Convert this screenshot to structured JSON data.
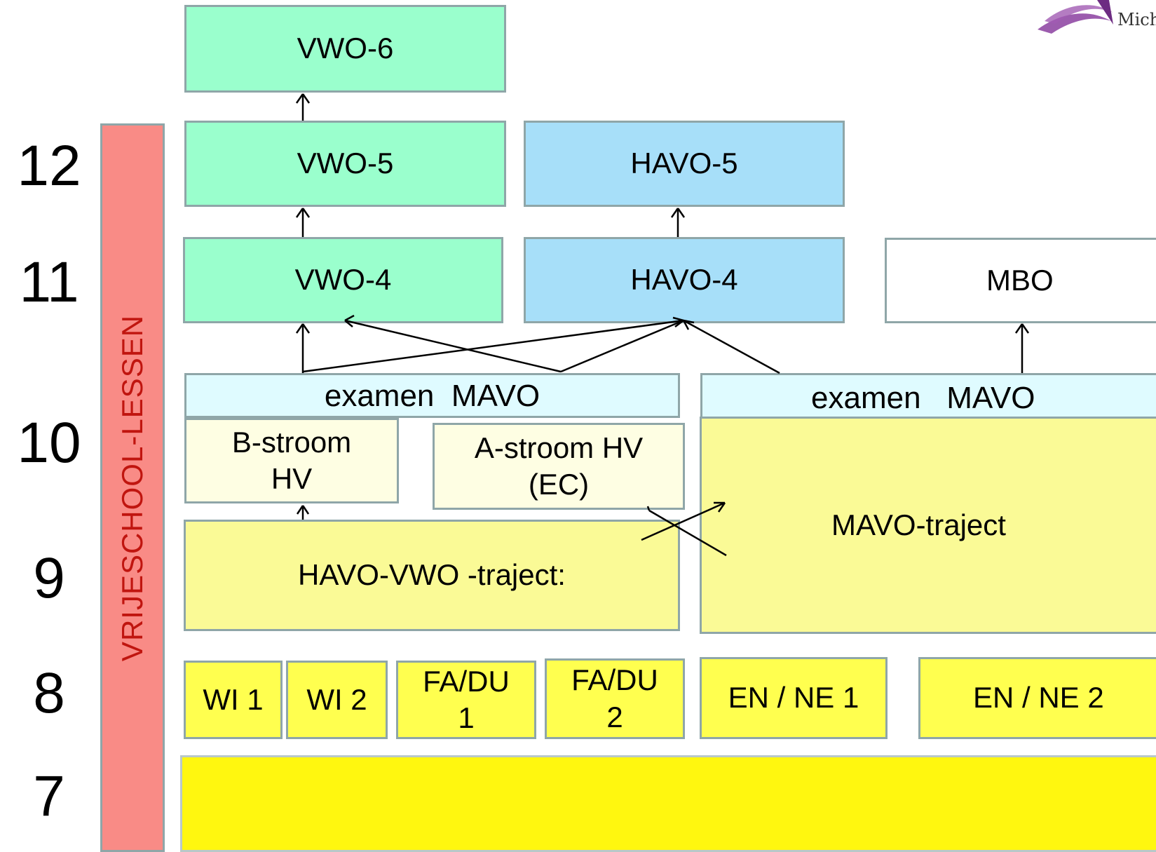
{
  "logo": {
    "text": "Mich",
    "color": "#8b3fa0"
  },
  "grades": [
    "12",
    "11",
    "10",
    "9",
    "8",
    "7"
  ],
  "sidebar": {
    "label": "VRIJESCHOOL-LESSEN",
    "color": "#f98b86",
    "text_color": "#c0150f"
  },
  "boxes": {
    "vwo6": "VWO-6",
    "vwo5": "VWO-5",
    "havo5": "HAVO-5",
    "vwo4": "VWO-4",
    "havo4": "HAVO-4",
    "mbo": "MBO",
    "exam_left": "examen  MAVO",
    "exam_right": "examen   MAVO",
    "bstroom": "B-stroom\nHV",
    "astroom": "A-stroom HV\n(EC)",
    "havo_vwo": "HAVO-VWO -traject:",
    "mavo": "MAVO-traject",
    "wi1": "WI 1",
    "wi2": "WI 2",
    "fadu1": "FA/DU\n1",
    "fadu2": "FA/DU\n2",
    "enne1": "EN / NE 1",
    "enne2": "EN / NE 2",
    "grade7": ""
  },
  "colors": {
    "vwo": "#9affcd",
    "havo": "#a7dff9",
    "exam": "#dffbff",
    "stroom": "#fefee3",
    "traject": "#fafa96",
    "modules": "#ffff4f",
    "base": "#fff70f"
  }
}
